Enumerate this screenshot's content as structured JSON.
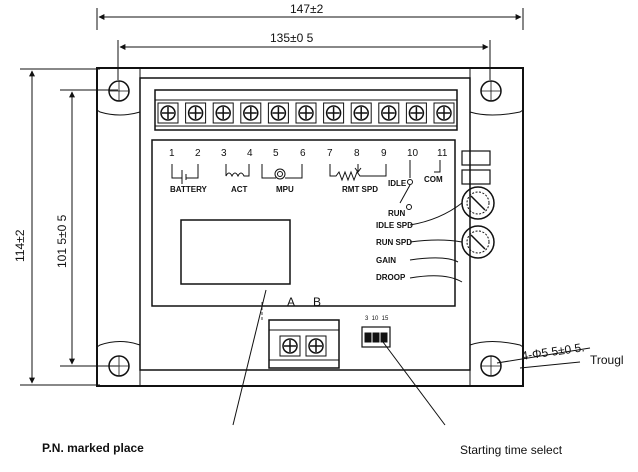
{
  "dimensions": {
    "overall_width": "147±2",
    "hole_spacing_width": "135±0 5",
    "overall_height": "114±2",
    "hole_spacing_height": "101 5±0 5",
    "mounting_holes": "4-Φ5 5±0 5.",
    "mounting_note": "Trougl"
  },
  "terminal_numbers": [
    "1",
    "2",
    "3",
    "4",
    "5",
    "6",
    "7",
    "8",
    "9",
    "10",
    "11"
  ],
  "terminal_labels": {
    "battery": "BATTERY",
    "act": "ACT",
    "mpu": "MPU",
    "rmt_spd": "RMT SPD",
    "idle": "IDLE",
    "com": "COM",
    "run": "RUN"
  },
  "adjust_labels": [
    "IDLE SPD",
    "RUN SPD",
    "GAIN",
    "DROOP"
  ],
  "lower_terminals": {
    "a": "A",
    "b": "B"
  },
  "dip_switch_labels": "3  10  15",
  "callouts": {
    "pn_marked": "P.N. marked place",
    "starting_time": "Starting time select"
  }
}
